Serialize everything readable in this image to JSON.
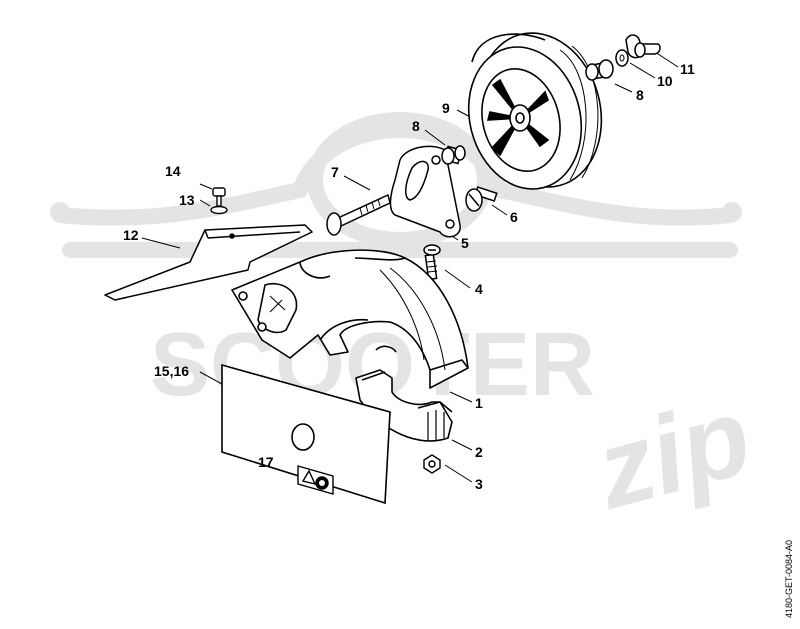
{
  "watermark": {
    "brand_main": "SCOOTER",
    "brand_script": "zip"
  },
  "drawing_code": "4180-GET-0084-A0",
  "callouts": {
    "c1": "1",
    "c2": "2",
    "c3": "3",
    "c4": "4",
    "c5": "5",
    "c6": "6",
    "c7": "7",
    "c8a": "8",
    "c8b": "8",
    "c9": "9",
    "c10": "10",
    "c11": "11",
    "c12": "12",
    "c13": "13",
    "c14": "14",
    "c15_16": "15,16",
    "c17": "17"
  },
  "colors": {
    "line": "#000000",
    "watermark": "#e4e4e4",
    "fill": "#ffffff"
  }
}
